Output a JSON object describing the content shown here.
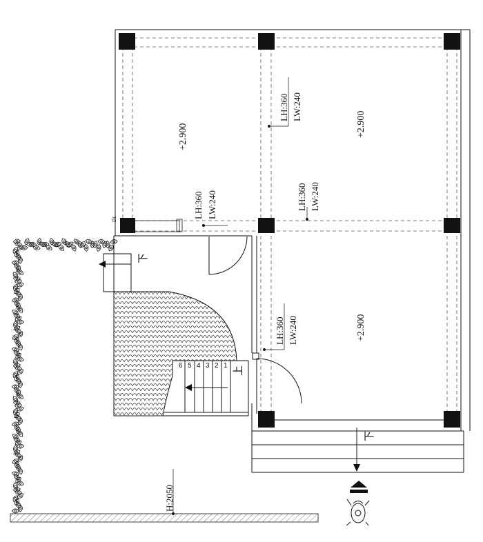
{
  "level_marks": [
    {
      "id": "upper-left-room",
      "text": "+2.900"
    },
    {
      "id": "upper-right-room",
      "text": "+2.900"
    },
    {
      "id": "lower-right-room",
      "text": "+2.900"
    }
  ],
  "lighting_notes": [
    {
      "id": "top-middle",
      "lh": "LH:360",
      "lw": "LW:240"
    },
    {
      "id": "middle-left",
      "lh": "LH:360",
      "lw": "LW:240"
    },
    {
      "id": "middle-center",
      "lh": "LH:360",
      "lw": "LW:240"
    },
    {
      "id": "bottom-center",
      "lh": "LH:360",
      "lw": "LW:240"
    }
  ],
  "wall_height": "H:2050",
  "small_tag": "D1",
  "stair": {
    "step_numbers": [
      "6",
      "5",
      "4",
      "3",
      "2",
      "1"
    ],
    "up_label": "上"
  },
  "down_labels": [
    "下",
    "下"
  ],
  "colors": {
    "line": "#111111",
    "column": "#111111",
    "dash": "#555555"
  }
}
